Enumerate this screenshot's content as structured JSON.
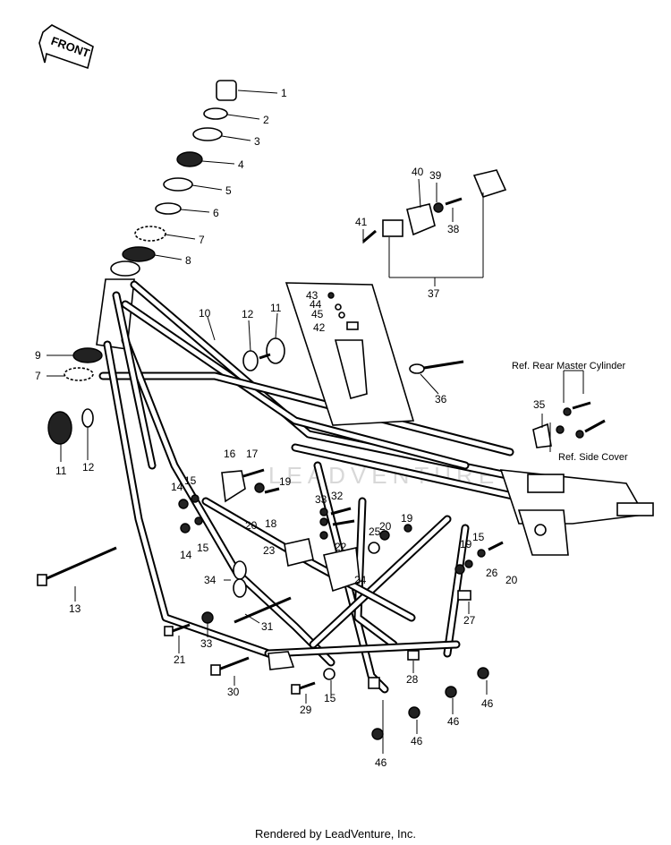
{
  "diagram": {
    "front_arrow_text": "FRONT",
    "watermark_text": "LEADVENTURE",
    "footer_credit": "Rendered by LeadVenture, Inc.",
    "ref_rear_master_cylinder": "Ref. Rear Master Cylinder",
    "ref_side_cover": "Ref. Side Cover",
    "callouts": [
      "1",
      "2",
      "3",
      "4",
      "5",
      "6",
      "7",
      "8",
      "9",
      "7",
      "10",
      "11",
      "12",
      "11",
      "12",
      "13",
      "14",
      "15",
      "14",
      "15",
      "16",
      "17",
      "19",
      "20",
      "18",
      "21",
      "22",
      "23",
      "24",
      "25",
      "26",
      "27",
      "28",
      "29",
      "30",
      "31",
      "32",
      "33",
      "15",
      "33",
      "34",
      "35",
      "36",
      "37",
      "38",
      "39",
      "40",
      "41",
      "42",
      "43",
      "44",
      "45",
      "46",
      "46",
      "46",
      "46",
      "20",
      "19",
      "19",
      "15",
      "20",
      "15"
    ]
  }
}
